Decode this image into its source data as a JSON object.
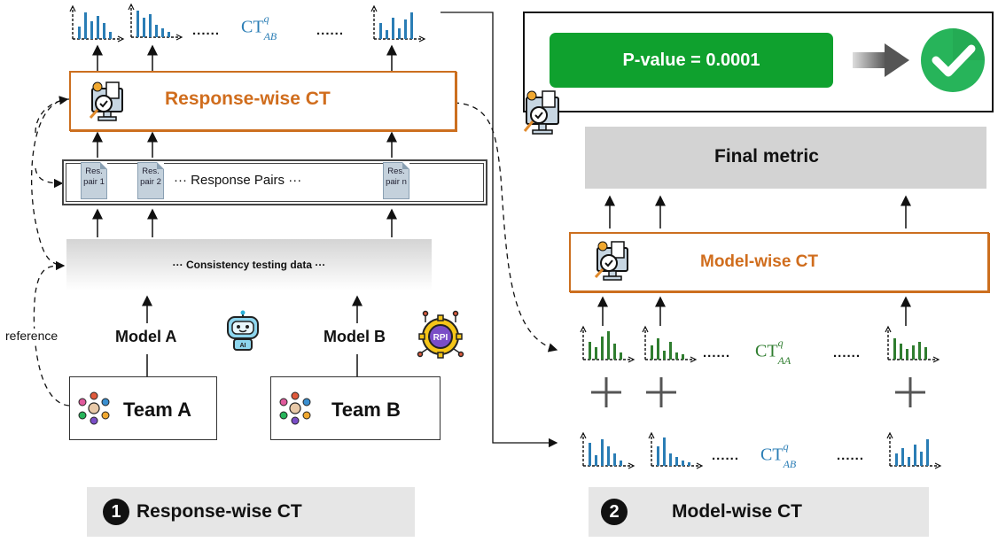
{
  "left": {
    "ct_label": {
      "base": "CT",
      "sup": "q",
      "sub": "AB"
    },
    "dots": "......",
    "response_wise_title": "Response-wise CT",
    "pairs": {
      "pair1": {
        "line1": "Res.",
        "line2": "pair 1"
      },
      "pair2": {
        "line1": "Res.",
        "line2": "pair 2"
      },
      "pairn": {
        "line1": "Res.",
        "line2": "pair n"
      },
      "center_text": "··· Response  Pairs ···"
    },
    "consistency_data": "···  Consistency testing data  ···",
    "model_a": "Model A",
    "model_b": "Model B",
    "team_a": "Team A",
    "team_b": "Team B",
    "reference": "reference",
    "robot_ai": "AI",
    "rpi_icon_text": "RPI"
  },
  "right": {
    "p_value": "P-value = 0.0001",
    "final_metric": "Final metric",
    "model_wise_title": "Model-wise CT",
    "ct_aa": {
      "base": "CT",
      "sup": "q",
      "sub": "AA"
    },
    "ct_ab": {
      "base": "CT",
      "sup": "q",
      "sub": "AB"
    },
    "dots": "......"
  },
  "footer": {
    "step1_number": "1",
    "step1_label": "Response-wise CT",
    "step2_number": "2",
    "step2_label": "Model-wise CT"
  },
  "colors": {
    "blue_bars": "#2a7db5",
    "green_bars": "#2f7d2f",
    "red_bars": "#d6303c",
    "orange": "#d06d1d",
    "pvalue_green": "#0fa12e",
    "check_green": "#27b45a"
  },
  "icons": [
    "monitor-check-icon",
    "robot-icon",
    "gear-rpi-icon",
    "team-icon",
    "arrow-right-icon",
    "checkmark-icon"
  ]
}
